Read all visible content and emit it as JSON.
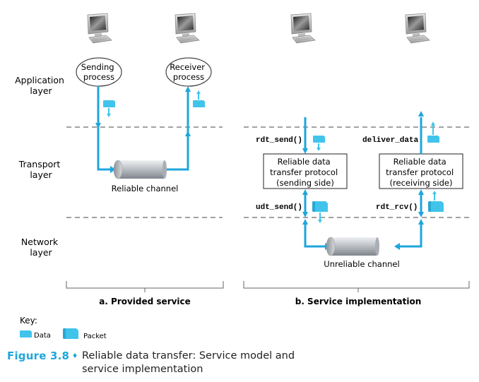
{
  "colors": {
    "accent": "#1ea6dc",
    "data_fill": "#40c4ec",
    "line": "#231f20",
    "dashes": "#444444",
    "bracket": "#666666",
    "caption_blue": "#1ea6dc"
  },
  "icons": {
    "computer": "desktop-computer-icon",
    "channel": "cylinder-pipe-icon",
    "data_unit": "data-block-icon",
    "packet_unit": "packet-block-icon"
  },
  "layers": {
    "application": [
      "Application",
      "layer"
    ],
    "transport": [
      "Transport",
      "layer"
    ],
    "network": [
      "Network",
      "layer"
    ]
  },
  "panel_a": {
    "sender": [
      "Sending",
      "process"
    ],
    "receiver": [
      "Receiver",
      "process"
    ],
    "channel_label": "Reliable channel",
    "title": "a. Provided service"
  },
  "panel_b": {
    "rdt_send": "rdt_send()",
    "deliver_data": "deliver_data",
    "udt_send": "udt_send()",
    "rdt_rcv": "rdt_rcv()",
    "sending_box": [
      "Reliable data",
      "transfer protocol",
      "(sending side)"
    ],
    "receiving_box": [
      "Reliable data",
      "transfer protocol",
      "(receiving side)"
    ],
    "channel_label": "Unreliable channel",
    "title": "b. Service implementation"
  },
  "key": {
    "title": "Key:",
    "data": "Data",
    "packet": "Packet"
  },
  "caption": {
    "figure": "Figure 3.8",
    "separator": "♦",
    "text": "Reliable data transfer: Service model and service implementation"
  }
}
